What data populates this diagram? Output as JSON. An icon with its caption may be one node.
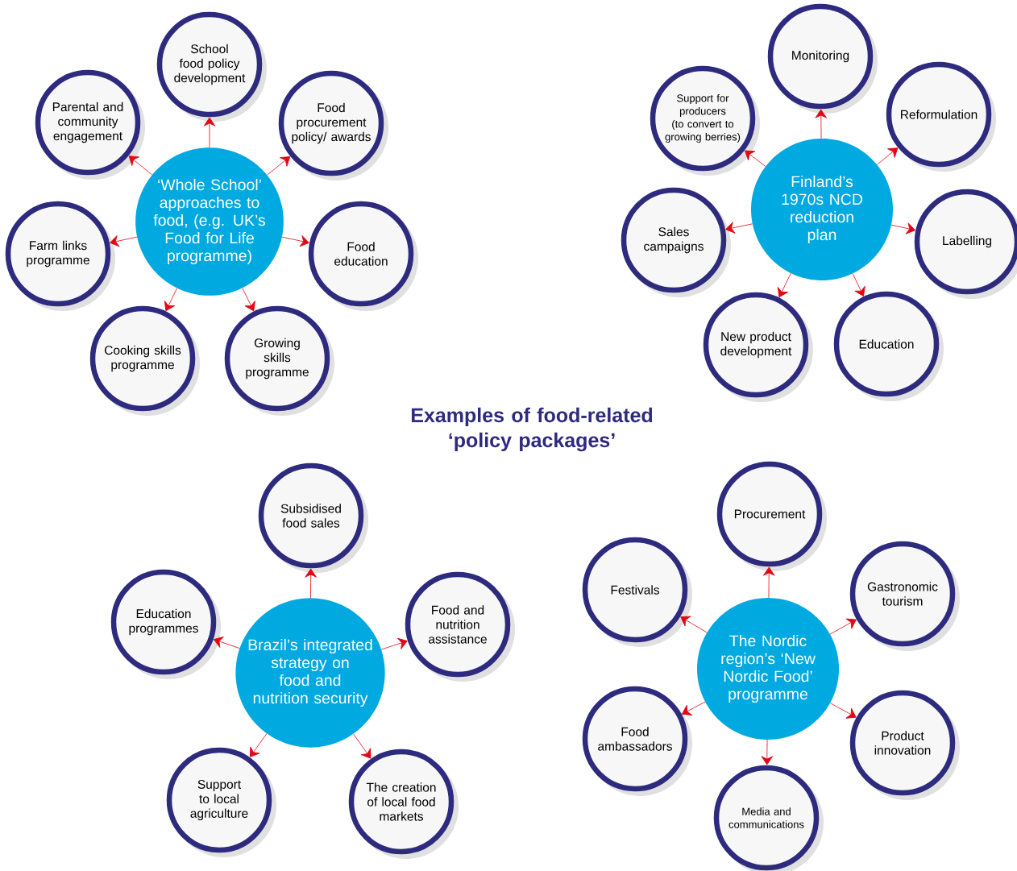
{
  "diagram": {
    "title": "Examples of food-related ‘policy packages’",
    "nodes": [
      {
        "text": [
          "‘Whole School’ approaches to food, (e.g. UK’s Food for Life programme)"
        ]
      },
      {
        "text": [
          "School food policy development"
        ]
      },
      {
        "text": [
          "Food procurement policy/ awards"
        ]
      },
      {
        "text": [
          "Food education"
        ]
      },
      {
        "text": [
          "Growing skills programme"
        ]
      },
      {
        "text": [
          "Cooking skills programme"
        ]
      },
      {
        "text": [
          "Farm links programme"
        ]
      },
      {
        "text": [
          "Parental and community engagement"
        ]
      },
      {
        "text": [
          "Finland’s 1970s NCD reduction plan"
        ]
      },
      {
        "text": [
          "Monitoring"
        ]
      },
      {
        "text": [
          "Reformulation"
        ]
      },
      {
        "text": [
          "Labelling"
        ]
      },
      {
        "text": [
          "Education"
        ]
      },
      {
        "text": [
          "New product development"
        ]
      },
      {
        "text": [
          "Sales campaigns"
        ]
      },
      {
        "text": [
          "Support for producers (to convert to growing berries)"
        ]
      },
      {
        "text": [
          "Brazil’s integrated strategy on food and nutrition security"
        ]
      },
      {
        "text": [
          "Subsidised food sales"
        ]
      },
      {
        "text": [
          "Food and nutrition assistance"
        ]
      },
      {
        "text": [
          "The creation of local food markets"
        ]
      },
      {
        "text": [
          "Support to local agriculture"
        ]
      },
      {
        "text": [
          "Education programmes"
        ]
      },
      {
        "text": [
          "The Nordic region’s ‘New Nordic Food’ programme"
        ]
      },
      {
        "text": [
          "Procurement"
        ]
      },
      {
        "text": [
          "Gastronomic tourism"
        ]
      },
      {
        "text": [
          "Product innovation"
        ]
      },
      {
        "text": [
          "Media and communications"
        ]
      },
      {
        "text": [
          "Food ambassadors"
        ]
      },
      {
        "text": [
          "Festivals"
        ]
      }
    ],
    "edges": [
      {
        "from": 0,
        "to": 1,
        "arrow": "to"
      },
      {
        "from": 0,
        "to": 2,
        "arrow": "to"
      },
      {
        "from": 0,
        "to": 3,
        "arrow": "to"
      },
      {
        "from": 0,
        "to": 4,
        "arrow": "to"
      },
      {
        "from": 0,
        "to": 5,
        "arrow": "to"
      },
      {
        "from": 0,
        "to": 6,
        "arrow": "to"
      },
      {
        "from": 0,
        "to": 7,
        "arrow": "to"
      },
      {
        "from": 8,
        "to": 9,
        "arrow": "to"
      },
      {
        "from": 8,
        "to": 10,
        "arrow": "to"
      },
      {
        "from": 8,
        "to": 11,
        "arrow": "to"
      },
      {
        "from": 8,
        "to": 12,
        "arrow": "to"
      },
      {
        "from": 8,
        "to": 13,
        "arrow": "to"
      },
      {
        "from": 8,
        "to": 14,
        "arrow": "to"
      },
      {
        "from": 8,
        "to": 15,
        "arrow": "to"
      },
      {
        "from": 16,
        "to": 17,
        "arrow": "to"
      },
      {
        "from": 16,
        "to": 18,
        "arrow": "to"
      },
      {
        "from": 16,
        "to": 19,
        "arrow": "to"
      },
      {
        "from": 16,
        "to": 20,
        "arrow": "to"
      },
      {
        "from": 16,
        "to": 21,
        "arrow": "to"
      },
      {
        "from": 22,
        "to": 23,
        "arrow": "to"
      },
      {
        "from": 22,
        "to": 24,
        "arrow": "to"
      },
      {
        "from": 22,
        "to": 25,
        "arrow": "to"
      },
      {
        "from": 22,
        "to": 26,
        "arrow": "to"
      },
      {
        "from": 22,
        "to": 27,
        "arrow": "to"
      },
      {
        "from": 22,
        "to": 28,
        "arrow": "to"
      }
    ]
  }
}
